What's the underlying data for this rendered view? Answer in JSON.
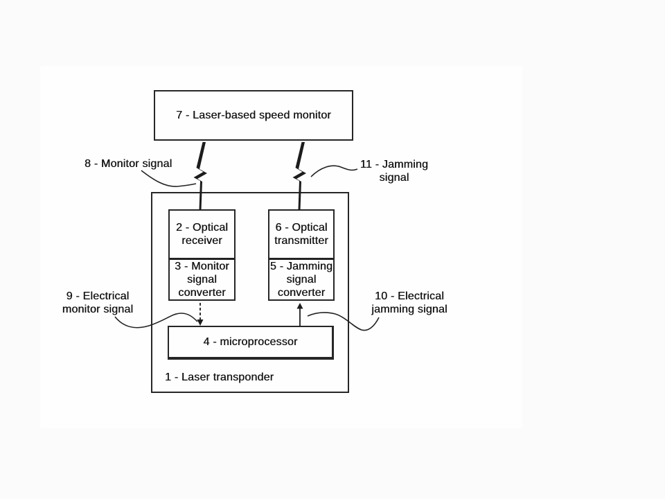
{
  "figure": {
    "type": "block-diagram",
    "subject": "laser transponder jamming system"
  },
  "labels": {
    "speed_monitor": "7 - Laser-based speed monitor",
    "laser_transponder": "1 - Laser transponder",
    "optical_receiver": "2 - Optical receiver",
    "monitor_signal_converter": "3 - Monitor signal converter",
    "microprocessor": "4 - microprocessor",
    "jamming_signal_converter": "5 - Jamming signal converter",
    "optical_transmitter": "6 - Optical transmitter",
    "monitor_signal": "8 - Monitor signal",
    "electrical_monitor_signal": "9 - Electrical monitor signal",
    "electrical_jamming_signal": "10 - Electrical jamming signal",
    "jamming_signal": "11 - Jamming signal"
  },
  "icons": {
    "monitor_beam": "lightning-bolt",
    "jamming_beam": "lightning-bolt",
    "monitor_to_micro": "dashed-down-arrow",
    "micro_to_converter": "solid-up-arrow"
  },
  "colors": {
    "ink": "#1f1f1f",
    "paper": "#fefefe",
    "backdrop": "#fbfbfb"
  }
}
